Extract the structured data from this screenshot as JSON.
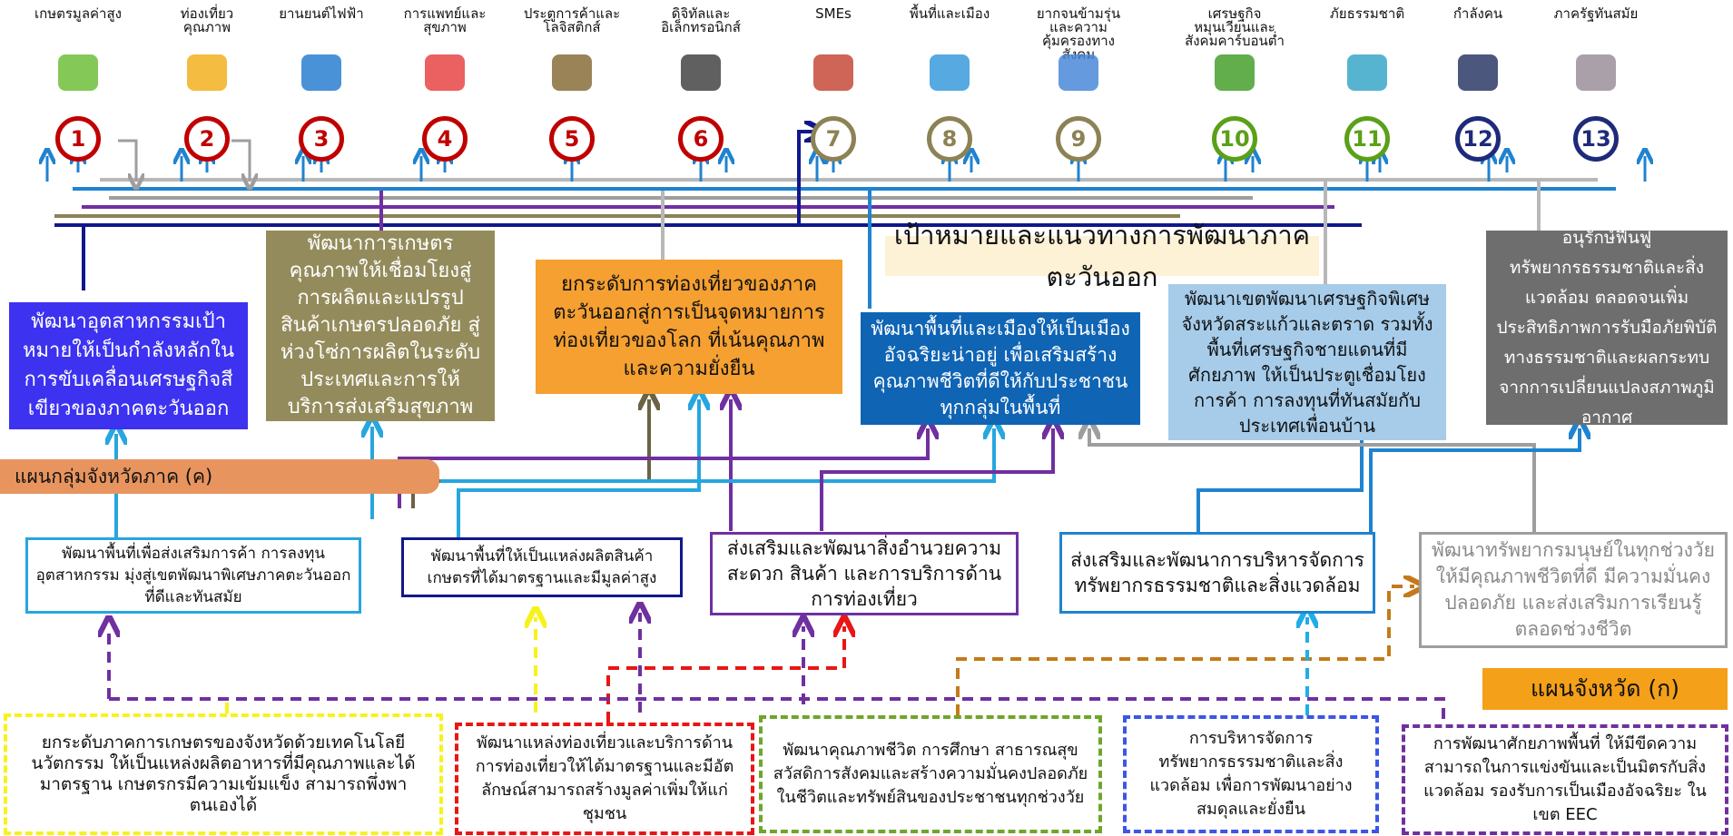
{
  "categories": [
    {
      "num": "1",
      "label": "เกษตรมูลค่าสูง",
      "color": "#c00000"
    },
    {
      "num": "2",
      "label": "ท่องเที่ยวคุณภาพ",
      "color": "#c00000"
    },
    {
      "num": "3",
      "label": "ยานยนต์ไฟฟ้า",
      "color": "#c00000"
    },
    {
      "num": "4",
      "label": "การแพทย์และสุขภาพ",
      "color": "#c00000"
    },
    {
      "num": "5",
      "label": "ประตูการค้าและโลจิสติกส์",
      "color": "#c00000"
    },
    {
      "num": "6",
      "label": "ดิจิทัลและอิเล็กทรอนิกส์",
      "color": "#c00000"
    },
    {
      "num": "7",
      "label": "SMEs",
      "color": "#8c8254"
    },
    {
      "num": "8",
      "label": "พื้นที่และเมือง",
      "color": "#8c8254"
    },
    {
      "num": "9",
      "label": "ยากจนข้ามรุ่นและความคุ้มครองทางสังคม",
      "color": "#8c8254"
    },
    {
      "num": "10",
      "label": "เศรษฐกิจหมุนเวียนและสังคมคาร์บอนต่ำ",
      "color": "#5aa018"
    },
    {
      "num": "11",
      "label": "ภัยธรรมชาติ",
      "color": "#5aa018"
    },
    {
      "num": "12",
      "label": "กำลังคน",
      "color": "#1f2a7a"
    },
    {
      "num": "13",
      "label": "ภาครัฐทันสมัย",
      "color": "#1f2a7a"
    }
  ],
  "title_banner": "เป้าหมายและแนวทางการพัฒนาภาคตะวันออก",
  "goals": {
    "industry": "พัฒนาอุตสาหกรรมเป้าหมายให้เป็นกำลังหลักในการขับเคลื่อนเศรษฐกิจสีเขียวของภาคตะวันออก",
    "agriculture": "พัฒนาการเกษตรคุณภาพให้เชื่อมโยงสู่การผลิตและแปรรูปสินค้าเกษตรปลอดภัย สู่ห่วงโซ่การผลิตในระดับประเทศและการให้บริการส่งเสริมสุขภาพ",
    "tourism": "ยกระดับการท่องเที่ยวของภาคตะวันออกสู่การเป็นจุดหมายการท่องเที่ยวของโลก ที่เน้นคุณภาพและความยั่งยืน",
    "city": "พัฒนาพื้นที่และเมืองให้เป็นเมืองอัจฉริยะน่าอยู่ เพื่อเสริมสร้างคุณภาพชีวิตที่ดีให้กับประชาชนทุกกลุ่มในพื้นที่",
    "sez": "พัฒนาเขตพัฒนาเศรษฐกิจพิเศษจังหวัดสระแก้วและตราด รวมทั้งพื้นที่เศรษฐกิจชายแดนที่มีศักยภาพ ให้เป็นประตูเชื่อมโยงการค้า การลงทุนที่ทันสมัยกับประเทศเพื่อนบ้าน",
    "nature": "อนุรักษ์ฟื้นฟูทรัพยากรธรรมชาติและสิ่งแวดล้อม ตลอดจนเพิ่มประสิทธิภาพการรับมือภัยพิบัติทางธรรมชาติและผลกระทบจากการเปลี่ยนแปลงสภาพภูมิอากาศ"
  },
  "group_plan_label": "แผนกลุ่มจังหวัดภาค (ค)",
  "group_plan": {
    "trade": "พัฒนาพื้นที่เพื่อส่งเสริมการค้า การลงทุนอุตสาหกรรม มุ่งสู่เขตพัฒนาพิเศษภาคตะวันออกที่ดีและทันสมัย",
    "farm": "พัฒนาพื้นที่ให้เป็นแหล่งผลิตสินค้าเกษตรที่ได้มาตรฐานและมีมูลค่าสูง",
    "tourism": "ส่งเสริมและพัฒนาสิ่งอำนวยความสะดวก สินค้า และการบริการด้านการท่องเที่ยว",
    "env": "ส่งเสริมและพัฒนาการบริหารจัดการทรัพยากรธรรมชาติและสิ่งแวดล้อม",
    "people": "พัฒนาทรัพยากรมนุษย์ในทุกช่วงวัยให้มีคุณภาพชีวิตที่ดี มีความมั่นคงปลอดภัย และส่งเสริมการเรียนรู้ตลอดช่วงชีวิต"
  },
  "province_plan_label": "แผนจังหวัด (ก)",
  "province_plan": {
    "agri": "ยกระดับภาคการเกษตรของจังหวัดด้วยเทคโนโลยี นวัตกรรม ให้เป็นแหล่งผลิตอาหารที่มีคุณภาพและได้มาตรฐาน เกษตรกรมีความเข้มแข็ง สามารถพึ่งพาตนเองได้",
    "tourism": "พัฒนาแหล่งท่องเที่ยวและบริการด้านการท่องเที่ยวให้ได้มาตรฐานและมีอัตลักษณ์สามารถสร้างมูลค่าเพิ่มให้แก่ชุมชน",
    "life": "พัฒนาคุณภาพชีวิต การศึกษา สาธารณสุข สวัสดิการสังคมและสร้างความมั่นคงปลอดภัยในชีวิตและทรัพย์สินของประชาชนทุกช่วงวัย",
    "resource": "การบริหารจัดการทรัพยากรธรรมชาติและสิ่งแวดล้อม เพื่อการพัฒนาอย่างสมดุลและยั่งยืน",
    "area": "การพัฒนาศักยภาพพื้นที่ ให้มีขีดความสามารถในการแข่งขันและเป็นมิตรกับสิ่งแวดล้อม รองรับการเป็นเมืองอัจฉริยะ ในเขต EEC"
  }
}
